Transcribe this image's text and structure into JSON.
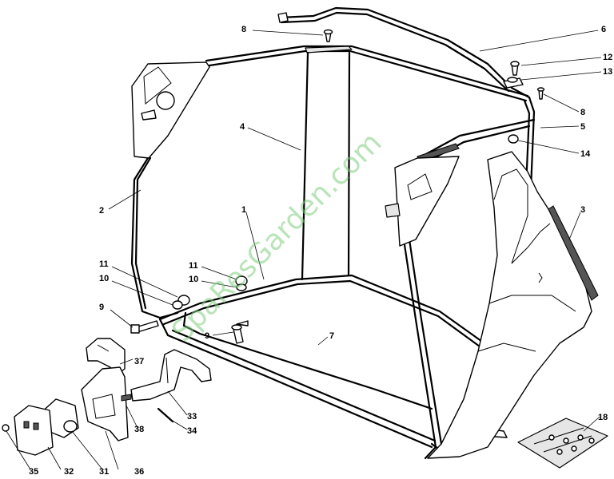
{
  "watermark": "SpaResGarden.com",
  "colors": {
    "line": "#000000",
    "background": "#ffffff",
    "watermark": "#7fcf7f"
  },
  "callouts": {
    "c1": "1",
    "c2": "2",
    "c3": "3",
    "c4": "4",
    "c5": "5",
    "c6": "6",
    "c7": "7",
    "c8a": "8",
    "c8b": "8",
    "c9a": "9",
    "c9b": "9",
    "c10a": "10",
    "c10b": "10",
    "c11a": "11",
    "c11b": "11",
    "c12": "12",
    "c13": "13",
    "c14": "14",
    "c18": "18",
    "c31": "31",
    "c32": "32",
    "c33": "33",
    "c34": "34",
    "c35": "35",
    "c36": "36",
    "c37": "37",
    "c38": "38"
  }
}
